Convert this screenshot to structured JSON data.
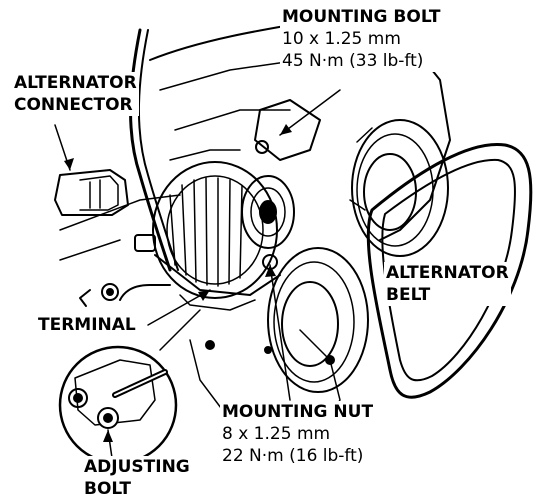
{
  "colors": {
    "ink": "#000000",
    "paper": "#ffffff"
  },
  "labels": {
    "mounting_bolt": {
      "title": "MOUNTING BOLT",
      "size": "10 x 1.25 mm",
      "torque": "45 N·m (33 lb-ft)"
    },
    "alternator_connector": {
      "line1": "ALTERNATOR",
      "line2": "CONNECTOR"
    },
    "alternator_belt": {
      "line1": "ALTERNATOR",
      "line2": "BELT"
    },
    "terminal": "TERMINAL",
    "mounting_nut": {
      "title": "MOUNTING NUT",
      "size": "8 x 1.25 mm",
      "torque": "22 N·m (16 lb-ft)"
    },
    "adjusting_bolt": {
      "line1": "ADJUSTING",
      "line2": "BOLT"
    }
  }
}
